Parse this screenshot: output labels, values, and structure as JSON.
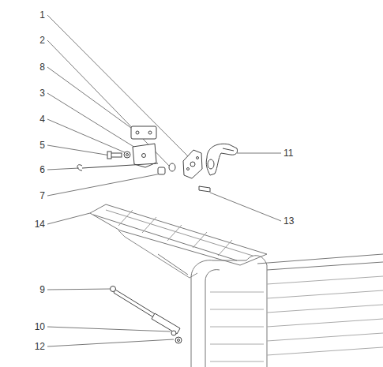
{
  "diagram": {
    "labels": [
      "1",
      "2",
      "8",
      "3",
      "4",
      "5",
      "6",
      "11",
      "7",
      "13",
      "14",
      "9",
      "10",
      "12"
    ]
  }
}
